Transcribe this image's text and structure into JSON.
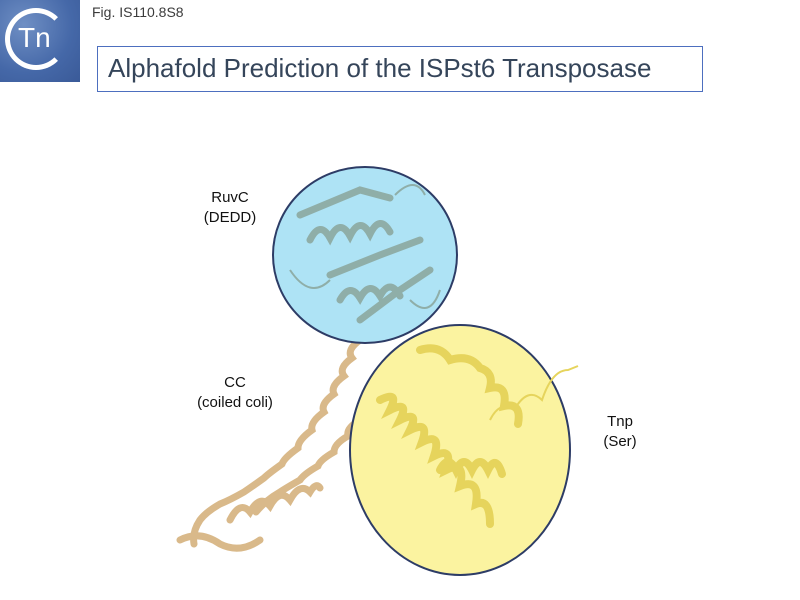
{
  "header": {
    "logo_text": "Tn",
    "figure_label": "Fig. IS110.8S8",
    "title": "Alphafold Prediction of the ISPst6 Transposase"
  },
  "domains": [
    {
      "name": "RuvC",
      "detail": "(DEDD)",
      "fill": "#aee3f5",
      "line": "#2d3c66"
    },
    {
      "name": "CC",
      "detail": "(coiled coli)",
      "color": "#e8cfa5"
    },
    {
      "name": "Tnp",
      "detail": "(Ser)",
      "fill": "#fbf3a0",
      "line": "#2d3c66"
    }
  ]
}
